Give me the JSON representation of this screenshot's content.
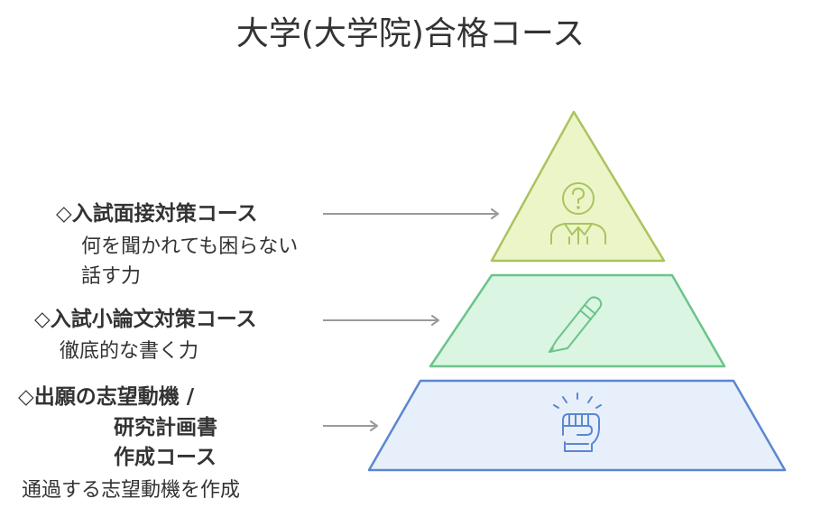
{
  "title": "大学(大学院)合格コース",
  "colors": {
    "top_fill": "#ecf5c8",
    "top_stroke": "#a9c45e",
    "middle_fill": "#daf5e2",
    "middle_stroke": "#6cc48a",
    "bottom_fill": "#e7f0fa",
    "bottom_stroke": "#5b86d1",
    "arrow": "#9a9a9a"
  },
  "levels": [
    {
      "icon": "person-question-icon",
      "heading": "◇入試面接対策コース",
      "description": [
        "何を聞かれても困らない",
        "話す力"
      ]
    },
    {
      "icon": "pen-icon",
      "heading": "◇入試小論文対策コース",
      "description": [
        "徹底的な書く力"
      ]
    },
    {
      "icon": "raised-fist-icon",
      "heading": [
        "◇出願の志望動機 /",
        "研究計画書",
        "作成コース"
      ],
      "description": [
        "通過する志望動機を作成"
      ]
    }
  ]
}
